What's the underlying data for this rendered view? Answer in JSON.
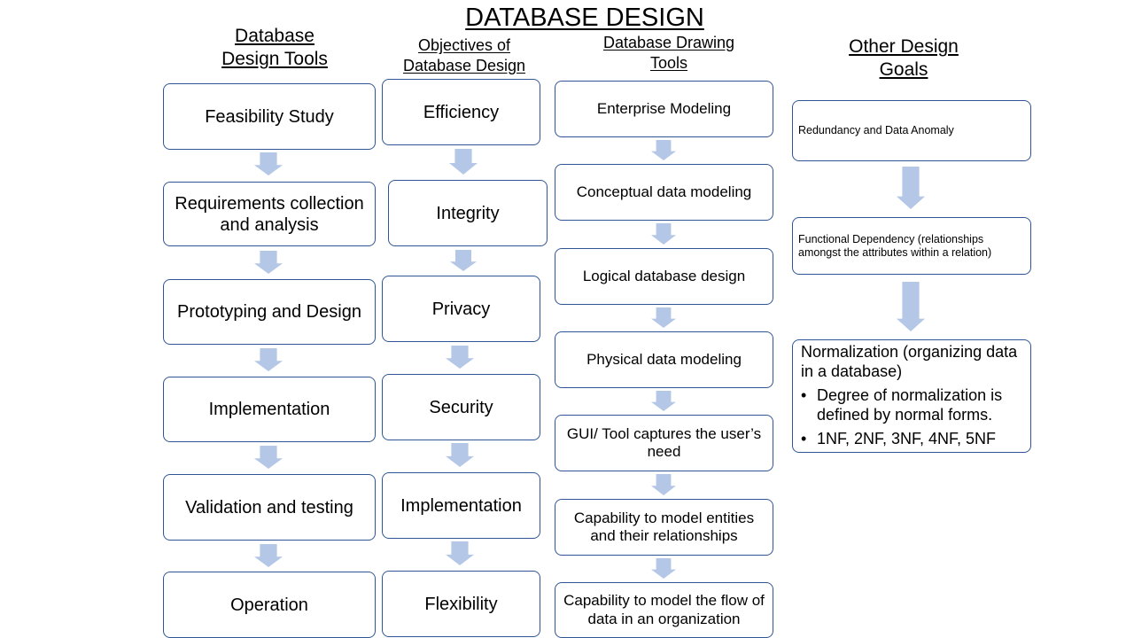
{
  "title": "DATABASE DESIGN",
  "arrow_color": "#B4C7E7",
  "box_border_color": "#2F5597",
  "columns": {
    "design_tools": {
      "heading": "Database Design Tools",
      "steps": [
        "Feasibility Study",
        "Requirements collection and analysis",
        "Prototyping and Design",
        "Implementation",
        "Validation and testing",
        "Operation"
      ]
    },
    "objectives": {
      "heading": "Objectives of Database Design",
      "steps": [
        "Efficiency",
        "Integrity",
        "Privacy",
        "Security",
        "Implementation",
        "Flexibility"
      ]
    },
    "drawing_tools": {
      "heading": "Database Drawing Tools",
      "steps": [
        "Enterprise Modeling",
        "Conceptual data modeling",
        "Logical database design",
        "Physical data modeling",
        "GUI/ Tool captures the user’s need",
        "Capability to model entities and their relationships",
        "Capability to model the flow of data in an organization"
      ]
    },
    "other_goals": {
      "heading": "Other Design Goals",
      "steps": [
        "Redundancy and Data Anomaly",
        "Functional Dependency (relationships amongst the attributes within a relation)"
      ],
      "normalization": {
        "text": "Normalization  (organizing data in a database)",
        "bullets": [
          "Degree of normalization is defined by normal forms.",
          "1NF, 2NF, 3NF, 4NF, 5NF"
        ]
      }
    }
  }
}
